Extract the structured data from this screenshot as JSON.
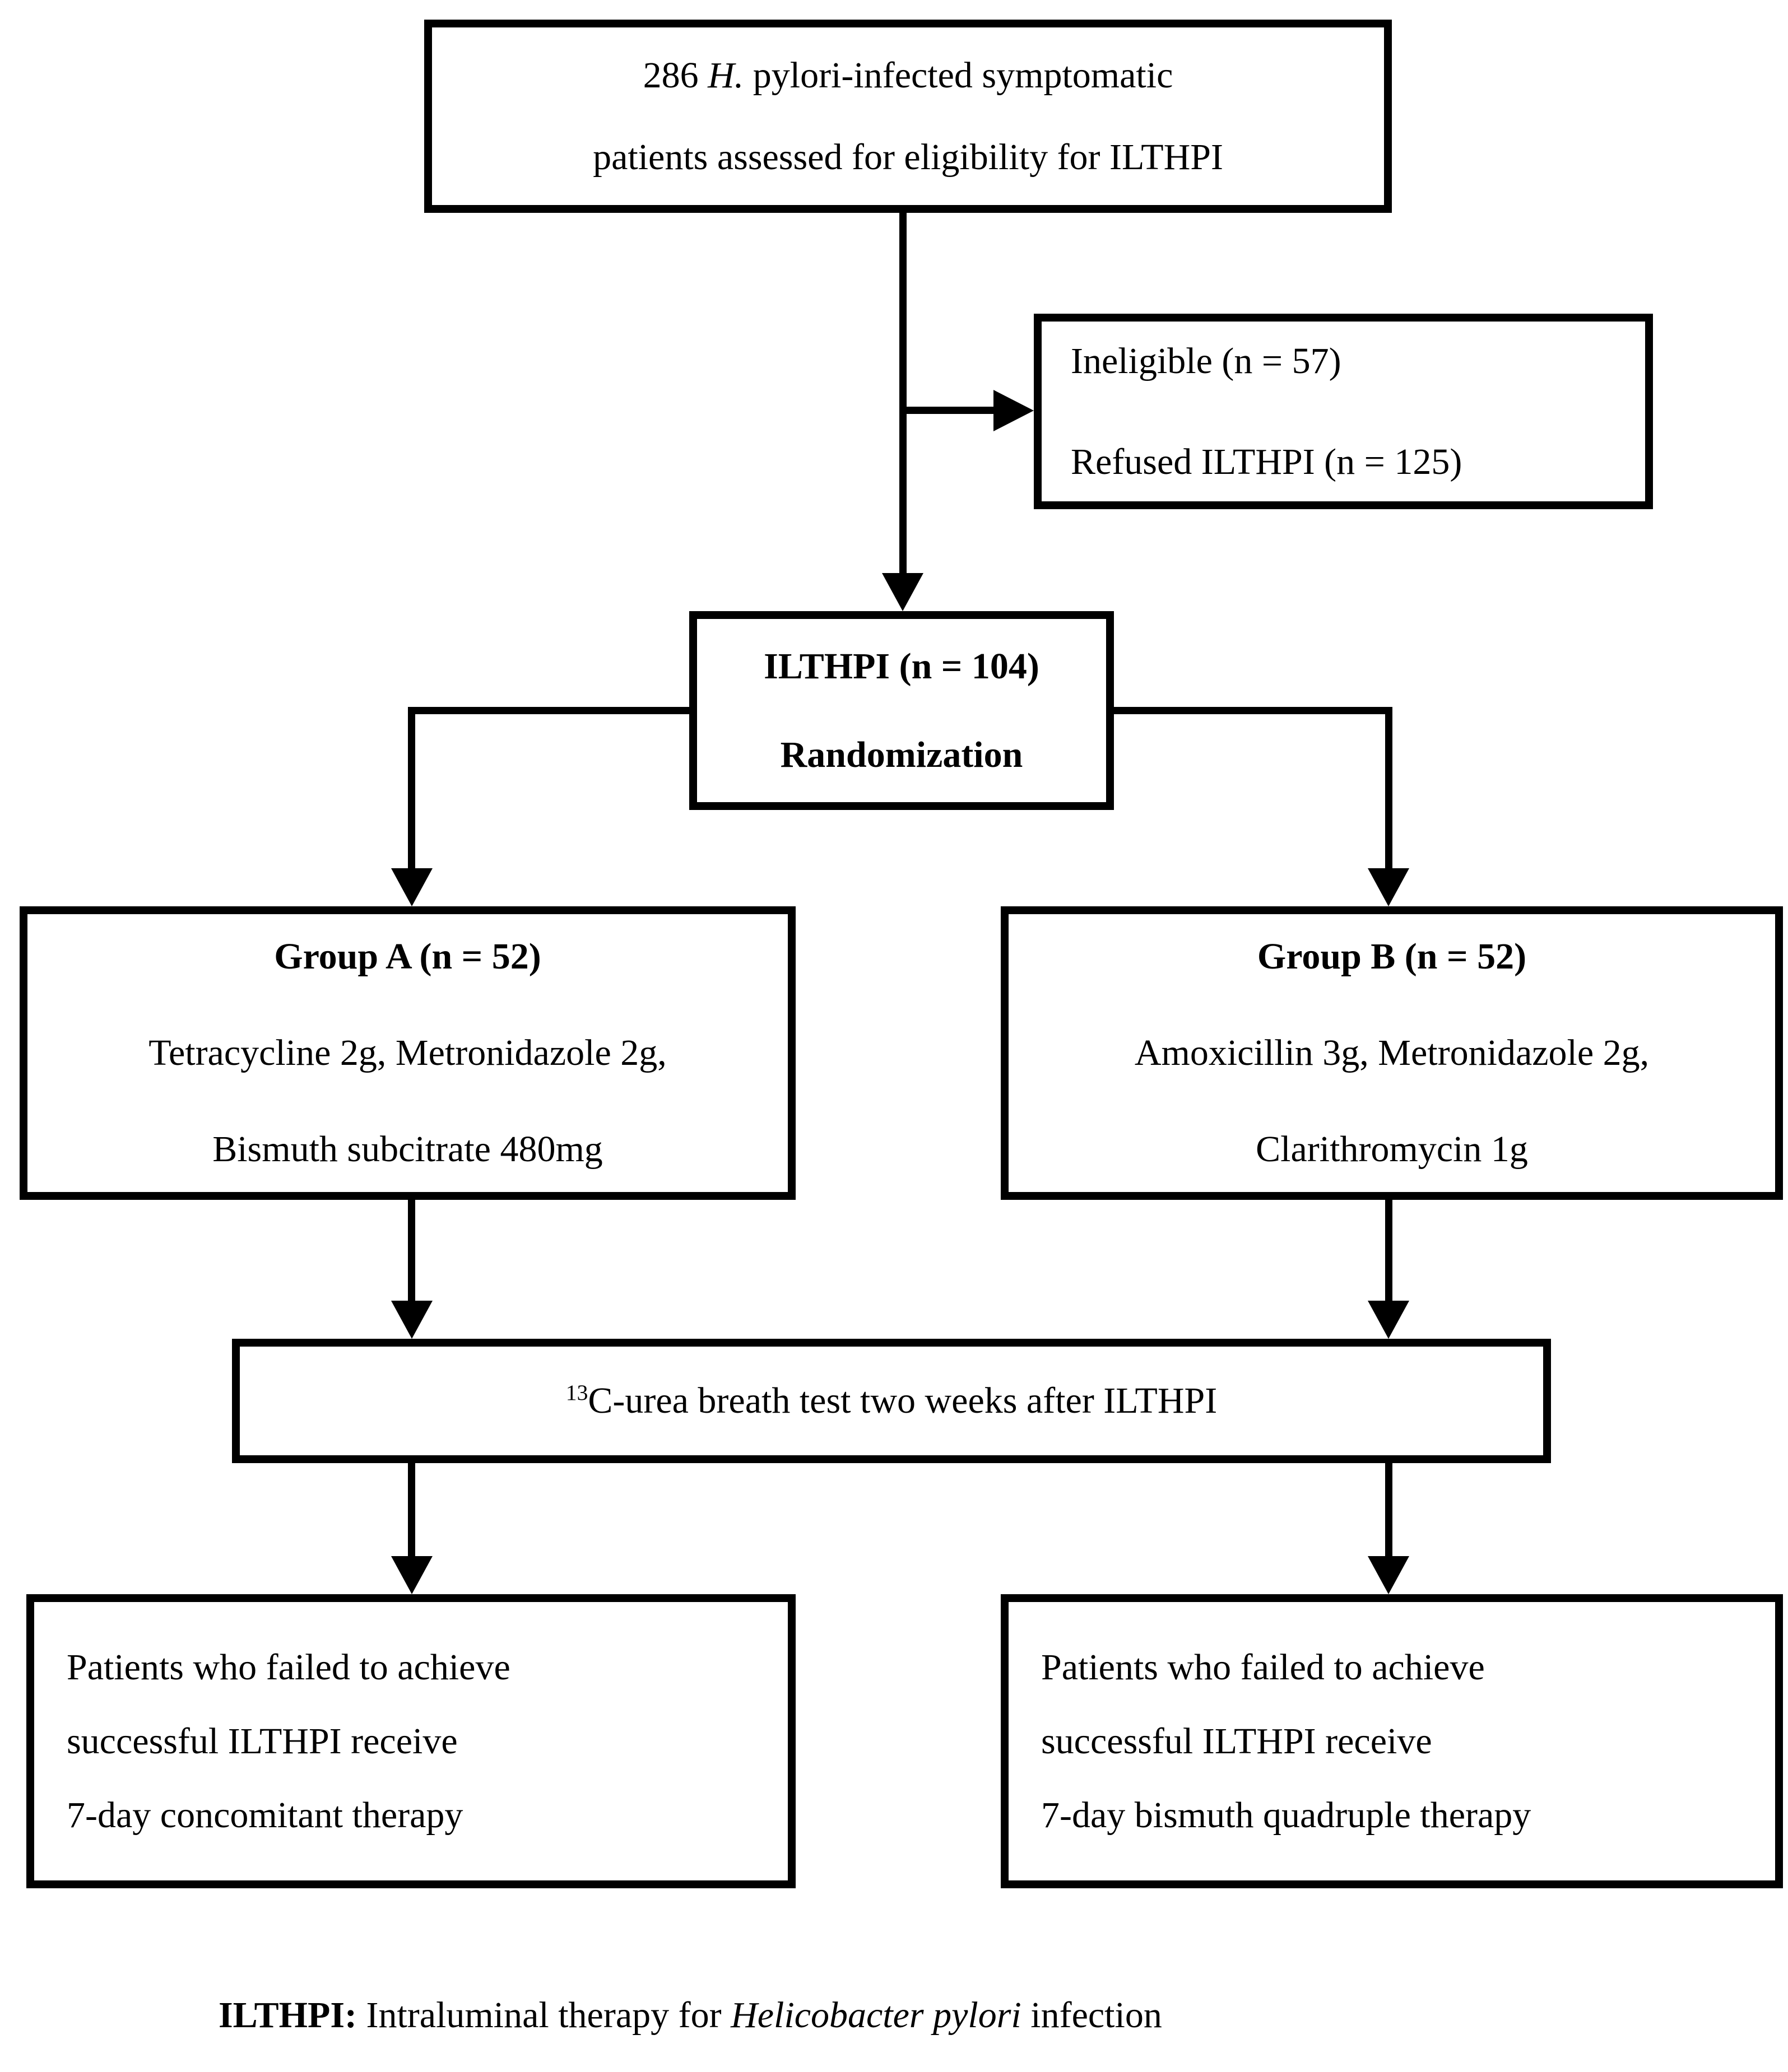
{
  "colors": {
    "ink": "#000000",
    "background": "#ffffff"
  },
  "boxes": {
    "eligibility": {
      "l1_pre": "286 ",
      "l1_it": "H.",
      "l1_post": " pylori-infected symptomatic",
      "l2": "patients assessed for eligibility for ILTHPI"
    },
    "excluded": {
      "l1": "Ineligible (n = 57)",
      "l2": "Refused ILTHPI (n = 125)"
    },
    "randomization": {
      "l1": "ILTHPI (n = 104)",
      "l2": "Randomization"
    },
    "group_a": {
      "l1": "Group A (n = 52)",
      "l2": "Tetracycline 2g, Metronidazole 2g,",
      "l3": "Bismuth subcitrate 480mg"
    },
    "group_b": {
      "l1": "Group B (n = 52)",
      "l2": "Amoxicillin 3g, Metronidazole 2g,",
      "l3": "Clarithromycin 1g"
    },
    "breath_test": {
      "sup": "13",
      "rest": "C-urea breath test two weeks after ILTHPI"
    },
    "fail_a": {
      "l1": "Patients who failed to achieve",
      "l2": "successful ILTHPI receive",
      "l3": "7-day concomitant therapy"
    },
    "fail_b": {
      "l1": "Patients who failed to achieve",
      "l2": "successful ILTHPI receive",
      "l3": "7-day bismuth quadruple therapy"
    }
  },
  "caption": {
    "abbr_colon": "ILTHPI:",
    "pre": " Intraluminal therapy for ",
    "it": "Helicobacter pylori",
    "post": " infection"
  }
}
